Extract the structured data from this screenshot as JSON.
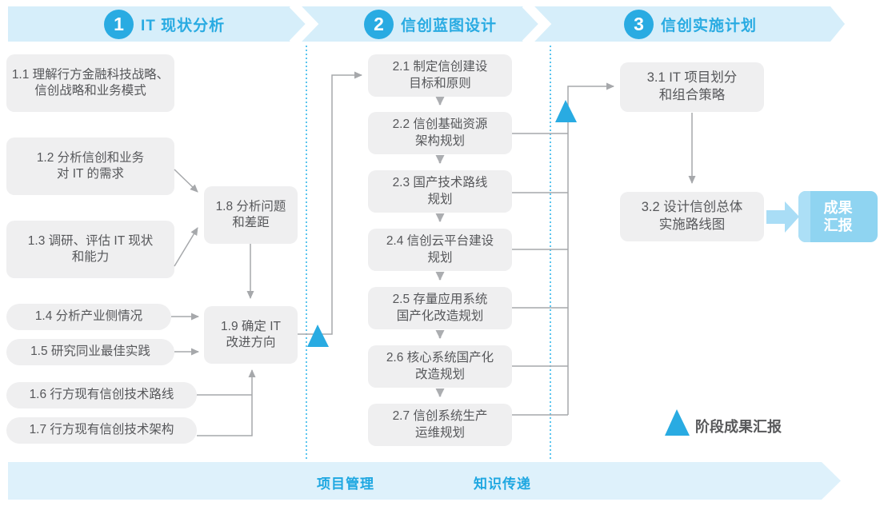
{
  "phases": [
    {
      "num": "1",
      "label": "IT 现状分析"
    },
    {
      "num": "2",
      "label": "信创蓝图设计"
    },
    {
      "num": "3",
      "label": "信创实施计划"
    }
  ],
  "boxes": {
    "b1_1": "1.1 理解行方金融科技战略、\n信创战略和业务模式",
    "b1_2": "1.2 分析信创和业务\n对 IT 的需求",
    "b1_3": "1.3 调研、评估 IT 现状\n和能力",
    "b1_4": "1.4 分析产业侧情况",
    "b1_5": "1.5 研究同业最佳实践",
    "b1_6": "1.6 行方现有信创技术路线",
    "b1_7": "1.7 行方现有信创技术架构",
    "b1_8": "1.8 分析问题\n和差距",
    "b1_9": "1.9 确定 IT\n改进方向",
    "b2_1": "2.1 制定信创建设\n目标和原则",
    "b2_2": "2.2 信创基础资源\n架构规划",
    "b2_3": "2.3 国产技术路线\n规划",
    "b2_4": "2.4 信创云平台建设\n规划",
    "b2_5": "2.5 存量应用系统\n国产化改造规划",
    "b2_6": "2.6 核心系统国产化\n改造规划",
    "b3_1": "3.1 IT 项目划分\n和组合策略",
    "b3_2": "3.2 设计信创总体\n实施路线图",
    "b2_7": "2.7 信创系统生产\n运维规划",
    "result": "成果\n汇报"
  },
  "legend": {
    "milestone": "阶段成果汇报"
  },
  "bottom": {
    "project_mgmt": "项目管理",
    "knowledge_transfer": "知识传递"
  },
  "colors": {
    "accent_blue": "#29ABE2",
    "band_blue": "#D6EEFA",
    "box_gray": "#EFEFF0",
    "line_gray": "#A6A8AB",
    "result_blue": "#8FD4F1",
    "dotted_blue": "#5BC5EF"
  }
}
